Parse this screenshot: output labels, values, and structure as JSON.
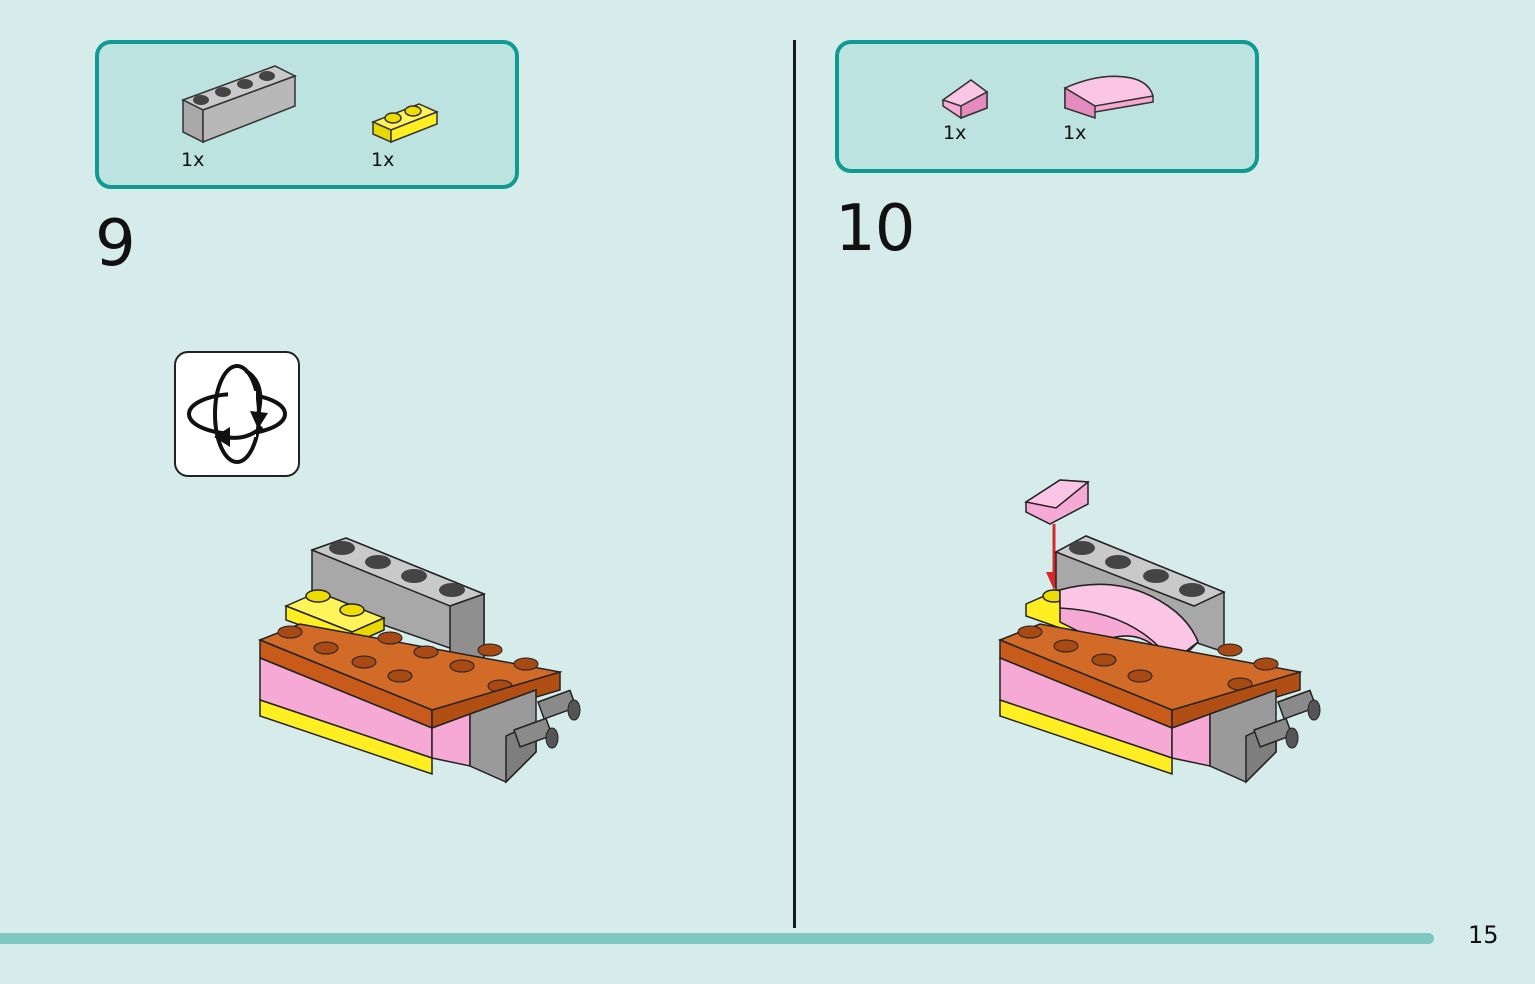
{
  "steps": [
    {
      "number": "9",
      "parts": [
        {
          "icon": "gray-brick-1x4-icon",
          "qty": "1x",
          "color": "#a8a8a8"
        },
        {
          "icon": "yellow-plate-1x2-icon",
          "qty": "1x",
          "color": "#ffee22"
        }
      ],
      "icon": "rotate-model-icon"
    },
    {
      "number": "10",
      "parts": [
        {
          "icon": "pink-slope-1x1-icon",
          "qty": "1x",
          "color": "#f7a9d6"
        },
        {
          "icon": "pink-curved-slope-1x2-icon",
          "qty": "1x",
          "color": "#f7a9d6"
        }
      ]
    }
  ],
  "page": {
    "number": "15"
  },
  "colors": {
    "background": "#d6ecea",
    "box_border": "#119a92",
    "box_fill": "#bde3e0",
    "footer_bar": "#7ec8c1",
    "orange": "#c85a1a",
    "pink": "#f7a9d6",
    "yellow": "#ffee22",
    "gray": "#a8a8a8",
    "arrow_red": "#d62828"
  }
}
